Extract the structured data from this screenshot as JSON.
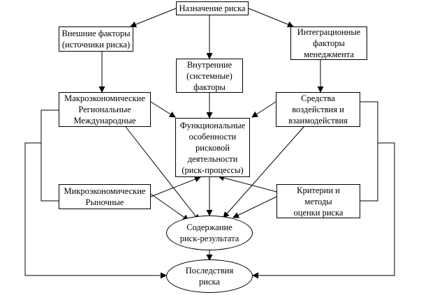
{
  "nodes": {
    "purpose": {
      "lines": [
        "Назначение риска"
      ]
    },
    "external": {
      "lines": [
        "Внешние факторы",
        "(источники риска)"
      ]
    },
    "internal": {
      "lines": [
        "Внутренние",
        "(системные)",
        "факторы"
      ]
    },
    "integration": {
      "lines": [
        "Интеграционные",
        "факторы",
        "менеджмента"
      ]
    },
    "macro": {
      "lines": [
        "Макроэкономические",
        "Региональные",
        "Международные"
      ]
    },
    "means": {
      "lines": [
        "Средства",
        "воздействия и",
        "взаимодействия"
      ]
    },
    "functional": {
      "lines": [
        "Функциональные",
        "особенности",
        "рисковой",
        "деятельности",
        "(риск-процессы)"
      ]
    },
    "micro": {
      "lines": [
        "Микроэкономические",
        "Рыночные"
      ]
    },
    "criteria": {
      "lines": [
        "Критерии и",
        "методы",
        "оценки риска"
      ]
    },
    "content": {
      "lines": [
        "Содержание",
        "риск-результата"
      ]
    },
    "consequences": {
      "lines": [
        "Последствия",
        "риска"
      ]
    }
  }
}
